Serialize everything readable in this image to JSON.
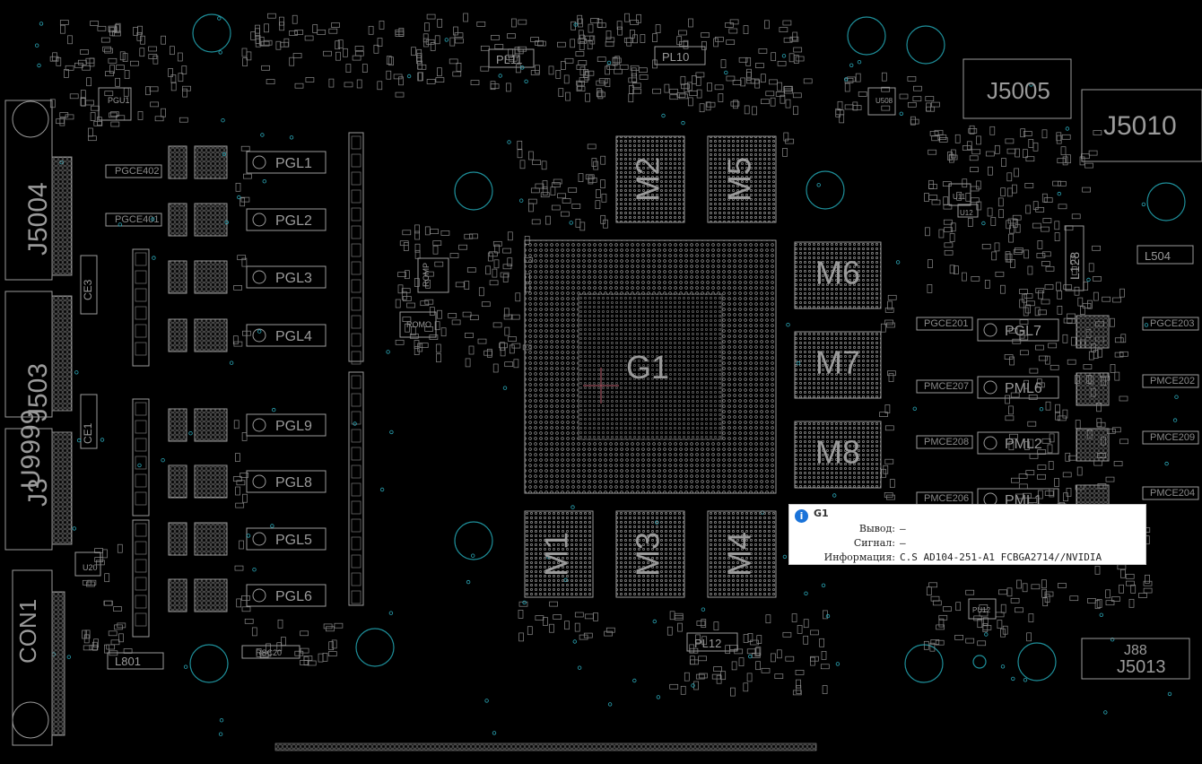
{
  "board": {
    "gpu_label": "G1",
    "memory_chips": [
      "M2",
      "M5",
      "M6",
      "M7",
      "M8",
      "M1",
      "M3",
      "M4"
    ],
    "connectors": [
      "J5004",
      "J503",
      "U9999",
      "J3",
      "CON1",
      "J5005",
      "J5010",
      "J88",
      "J5013"
    ],
    "pgl_labels": [
      "PGL1",
      "PGL2",
      "PGL3",
      "PGL4",
      "PGL9",
      "PGL8",
      "PGL5",
      "PGL6"
    ],
    "pml_labels": [
      "PGL7",
      "PML6",
      "PML2",
      "PML1"
    ],
    "inductors": [
      "PL11",
      "PL10",
      "PL12",
      "L801",
      "L504",
      "L128"
    ],
    "small_parts": [
      "PGU1",
      "CE3",
      "CE1",
      "U20",
      "ROMP",
      "ROMO",
      "U11",
      "U12",
      "U508",
      "PU12",
      "RSC20"
    ],
    "cap_labels_left": [
      "PGCE402",
      "PGCE401"
    ],
    "cap_labels_right": [
      "PGCE201",
      "PMCE207",
      "PMCE208",
      "PMCE206",
      "PGCE203",
      "PMCE202",
      "PMCE209",
      "PMCE204"
    ]
  },
  "tooltip": {
    "title": "G1",
    "rows": [
      {
        "key": "Вывод:",
        "value": "—"
      },
      {
        "key": "Сигнал:",
        "value": "—"
      },
      {
        "key": "Информация:",
        "value": "C.S AD104-251-A1 FCBGA2714//NVIDIA"
      }
    ]
  },
  "colors": {
    "background": "#000000",
    "outline": "#9a9a9a",
    "mounting_hole": "#1e8f9a",
    "via": "#2aa5b5",
    "tooltip_icon": "#1a73d9"
  }
}
